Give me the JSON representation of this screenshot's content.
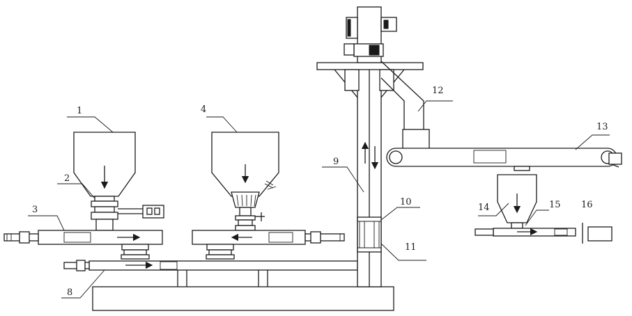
{
  "labels": {
    "l1": "1",
    "l2": "2",
    "l3": "3",
    "l4": "4",
    "l8": "8",
    "l9": "9",
    "l10": "10",
    "l11": "11",
    "l12": "12",
    "l13": "13",
    "l14": "14",
    "l15": "15",
    "l16": "16"
  },
  "colors": {
    "line": "#1a1a1a",
    "background": "#ffffff"
  }
}
